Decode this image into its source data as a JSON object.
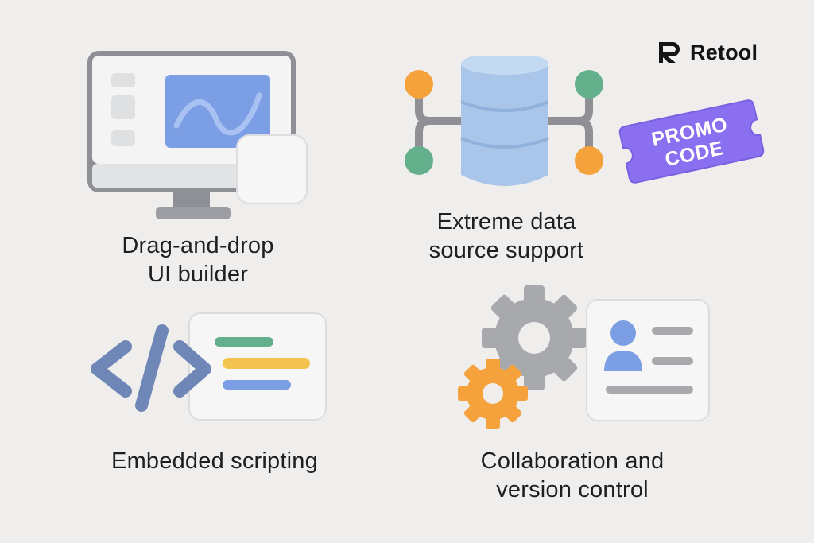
{
  "brand": {
    "name": "Retool",
    "logo_icon": "retool-logo-icon"
  },
  "promo": {
    "line1": "PROMO",
    "line2": "CODE",
    "color": "#8a6ff0"
  },
  "features": [
    {
      "id": "drag-drop",
      "icon": "desktop-ui-builder-icon",
      "lines": [
        "Drag-and-drop",
        "UI builder"
      ]
    },
    {
      "id": "data-source",
      "icon": "database-connections-icon",
      "lines": [
        "Extreme data",
        "source support"
      ]
    },
    {
      "id": "scripting",
      "icon": "code-brackets-icon",
      "lines": [
        "Embedded scripting"
      ]
    },
    {
      "id": "collaboration",
      "icon": "gears-profile-card-icon",
      "lines": [
        "Collaboration and",
        "version control"
      ]
    }
  ],
  "colors": {
    "background": "#efeeed",
    "blue": "#7b9ee4",
    "green": "#64b08c",
    "yellow": "#f2c34e",
    "orange": "#f5a13c",
    "gray": "#a8a9ad"
  }
}
